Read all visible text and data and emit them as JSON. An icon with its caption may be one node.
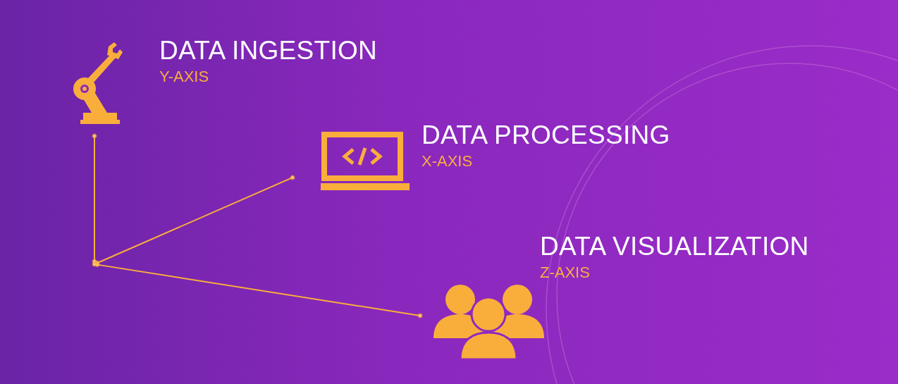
{
  "diagram": {
    "nodes": [
      {
        "text": [
          "DATA INGESTION",
          "Y-AXIS"
        ]
      },
      {
        "text": [
          "DATA PROCESSING",
          "X-AXIS"
        ]
      },
      {
        "text": [
          "DATA VISUALIZATION",
          "Z-AXIS"
        ]
      },
      {
        "text": [],
        "shape": "circle"
      }
    ],
    "edges": [
      {
        "from": 3,
        "to": 0,
        "arrow": "other"
      },
      {
        "from": 3,
        "to": 1,
        "arrow": "other"
      },
      {
        "from": 3,
        "to": 2,
        "arrow": "other"
      }
    ]
  }
}
